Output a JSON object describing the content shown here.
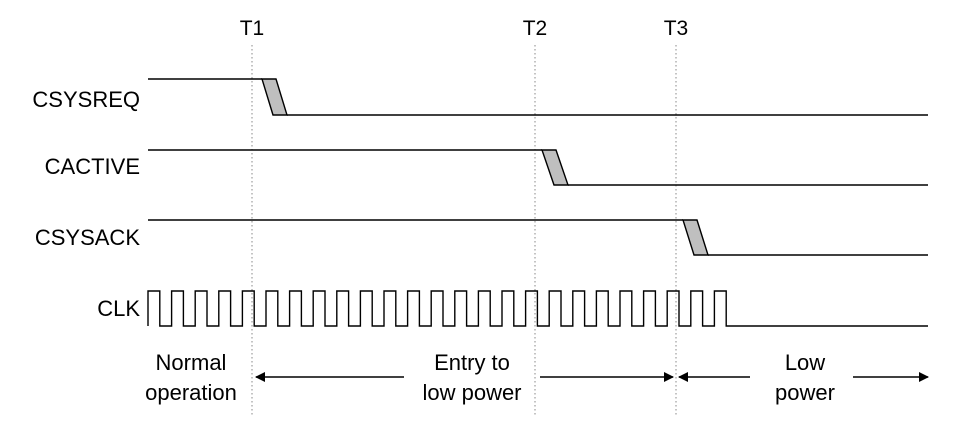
{
  "diagram": {
    "time_markers": [
      "T1",
      "T2",
      "T3"
    ],
    "signals": [
      {
        "name": "CSYSREQ",
        "initial": "high",
        "transition": "falls at T1"
      },
      {
        "name": "CACTIVE",
        "initial": "high",
        "transition": "falls at T2"
      },
      {
        "name": "CSYSACK",
        "initial": "high",
        "transition": "falls at T3"
      },
      {
        "name": "CLK",
        "initial": "toggling",
        "transition": "stops after T3"
      }
    ],
    "phases": [
      {
        "line1": "Normal",
        "line2": "operation"
      },
      {
        "line1": "Entry to",
        "line2": "low power"
      },
      {
        "line1": "Low",
        "line2": "power"
      }
    ],
    "colors": {
      "line": "#000000",
      "transition_fill": "#bfbfbf",
      "guide": "#888888"
    }
  }
}
